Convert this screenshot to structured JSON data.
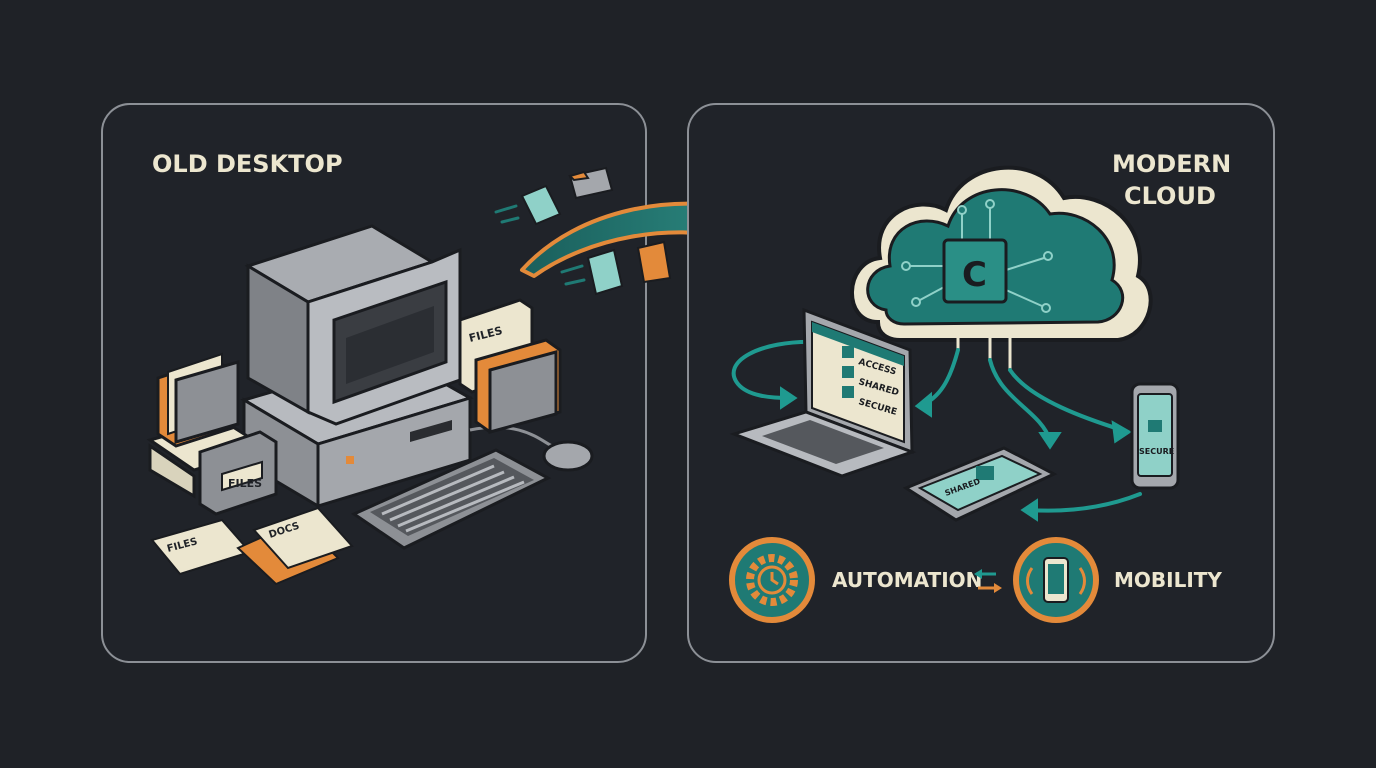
{
  "left_panel": {
    "title": "OLD DESKTOP",
    "folder_label_1": "FILES",
    "folder_label_2": "FILES",
    "paper_label_1": "FILES",
    "paper_label_2": "DOCS"
  },
  "right_panel": {
    "title_line1": "MODERN",
    "title_line2": "CLOUD",
    "cloud_chip_letter": "C",
    "laptop_items": [
      "ACCESS",
      "SHARED",
      "SECURE"
    ],
    "tablet_label": "SHARED",
    "phone_label": "SECURE",
    "features": [
      {
        "label": "AUTOMATION",
        "icon": "gear-clock-icon"
      },
      {
        "label": "MOBILITY",
        "icon": "smartphone-icon"
      }
    ],
    "exchange_icon": "swap-arrows-icon"
  },
  "transition_icon": "curved-arrow-icon",
  "colors": {
    "background": "#1f2227",
    "panel_border": "#8c9096",
    "teal": "#1f7a74",
    "teal_light": "#5fbfb3",
    "orange": "#e38a3a",
    "cream": "#ece6cf",
    "grey": "#8d9095"
  }
}
